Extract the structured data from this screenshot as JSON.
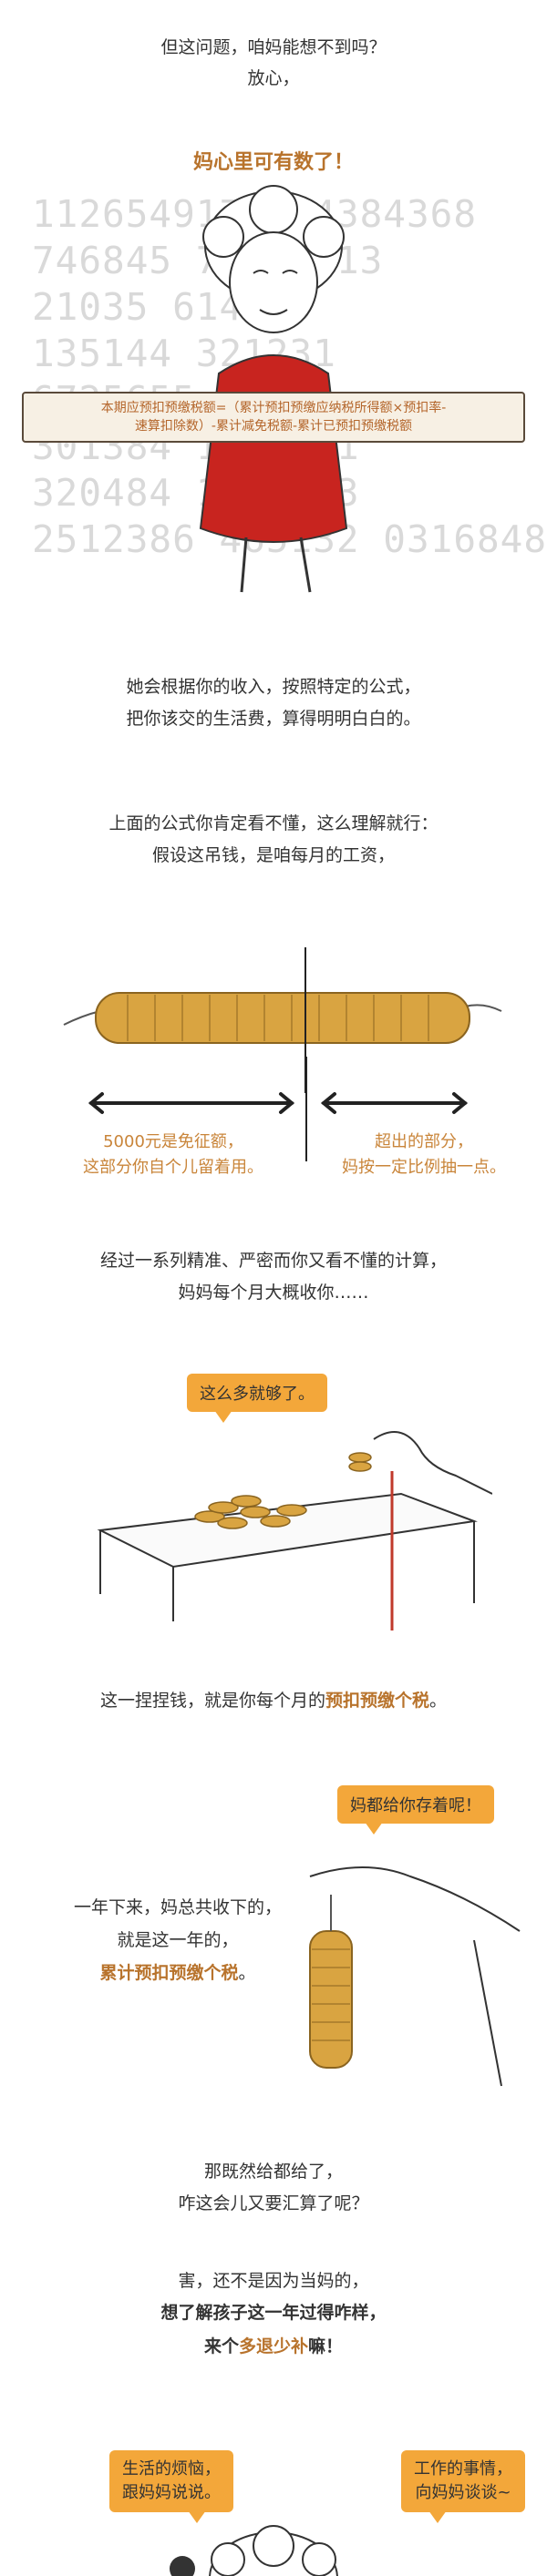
{
  "intro": {
    "line1": "但这问题，咱妈能想不到吗？",
    "line2": "放心，",
    "heading": "妈心里可有数了！"
  },
  "number_wall": [
    "112654917  284384368",
    "746845    78135213",
    "21035      614325",
    "135144     321231",
    "           6725655",
    "301384    1206451",
    "320484     1028643",
    "2512386 465132 0316848"
  ],
  "formula": {
    "text_line1": "本期应预扣预缴税额=（累计预扣预缴应纳税所得额×预扣率-",
    "text_line2": "速算扣除数）-累计减免税额-累计已预扣预缴税额"
  },
  "para1": {
    "line1": "她会根据你的收入，按照特定的公式，",
    "line2": "把你该交的生活费，算得明明白白的。"
  },
  "para2": {
    "line1": "上面的公式你肯定看不懂，这么理解就行：",
    "line2": "假设这吊钱，是咱每月的工资，"
  },
  "split": {
    "left_line1": "5000元是免征额，",
    "left_line2": "这部分你自个儿留着用。",
    "right_line1": "超出的部分，",
    "right_line2": "妈按一定比例抽一点。"
  },
  "para3": {
    "line1": "经过一系列精准、严密而你又看不懂的计算，",
    "line2": "妈妈每个月大概收你……"
  },
  "bubble1": "这么多就够了。",
  "para4": {
    "prefix": "这一捏捏钱，就是你每个月的",
    "accent": "预扣预缴个税",
    "suffix": "。"
  },
  "bubble2": "妈都给你存着呢！",
  "para5": {
    "line1": "一年下来，妈总共收下的，",
    "line2": "就是这一年的，",
    "accent": "累计预扣预缴个税",
    "suffix": "。"
  },
  "para6": {
    "line1": "那既然给都给了，",
    "line2": "咋这会儿又要汇算了呢？"
  },
  "para7": {
    "line1": "害，还不是因为当妈的，",
    "line2": "想了解孩子这一年过得咋样，",
    "line3_prefix": "来个",
    "line3_accent": "多退少补",
    "line3_suffix": "嘛！"
  },
  "bubble3": {
    "line1": "生活的烦恼，",
    "line2": "跟妈妈说说。"
  },
  "bubble4": {
    "line1": "工作的事情，",
    "line2": "向妈妈谈谈~"
  },
  "colors": {
    "accent": "#b8732c",
    "bubble": "#f3a73a",
    "coin": "#d9a441",
    "dress": "#c8241f",
    "line_red": "#c0392b"
  }
}
